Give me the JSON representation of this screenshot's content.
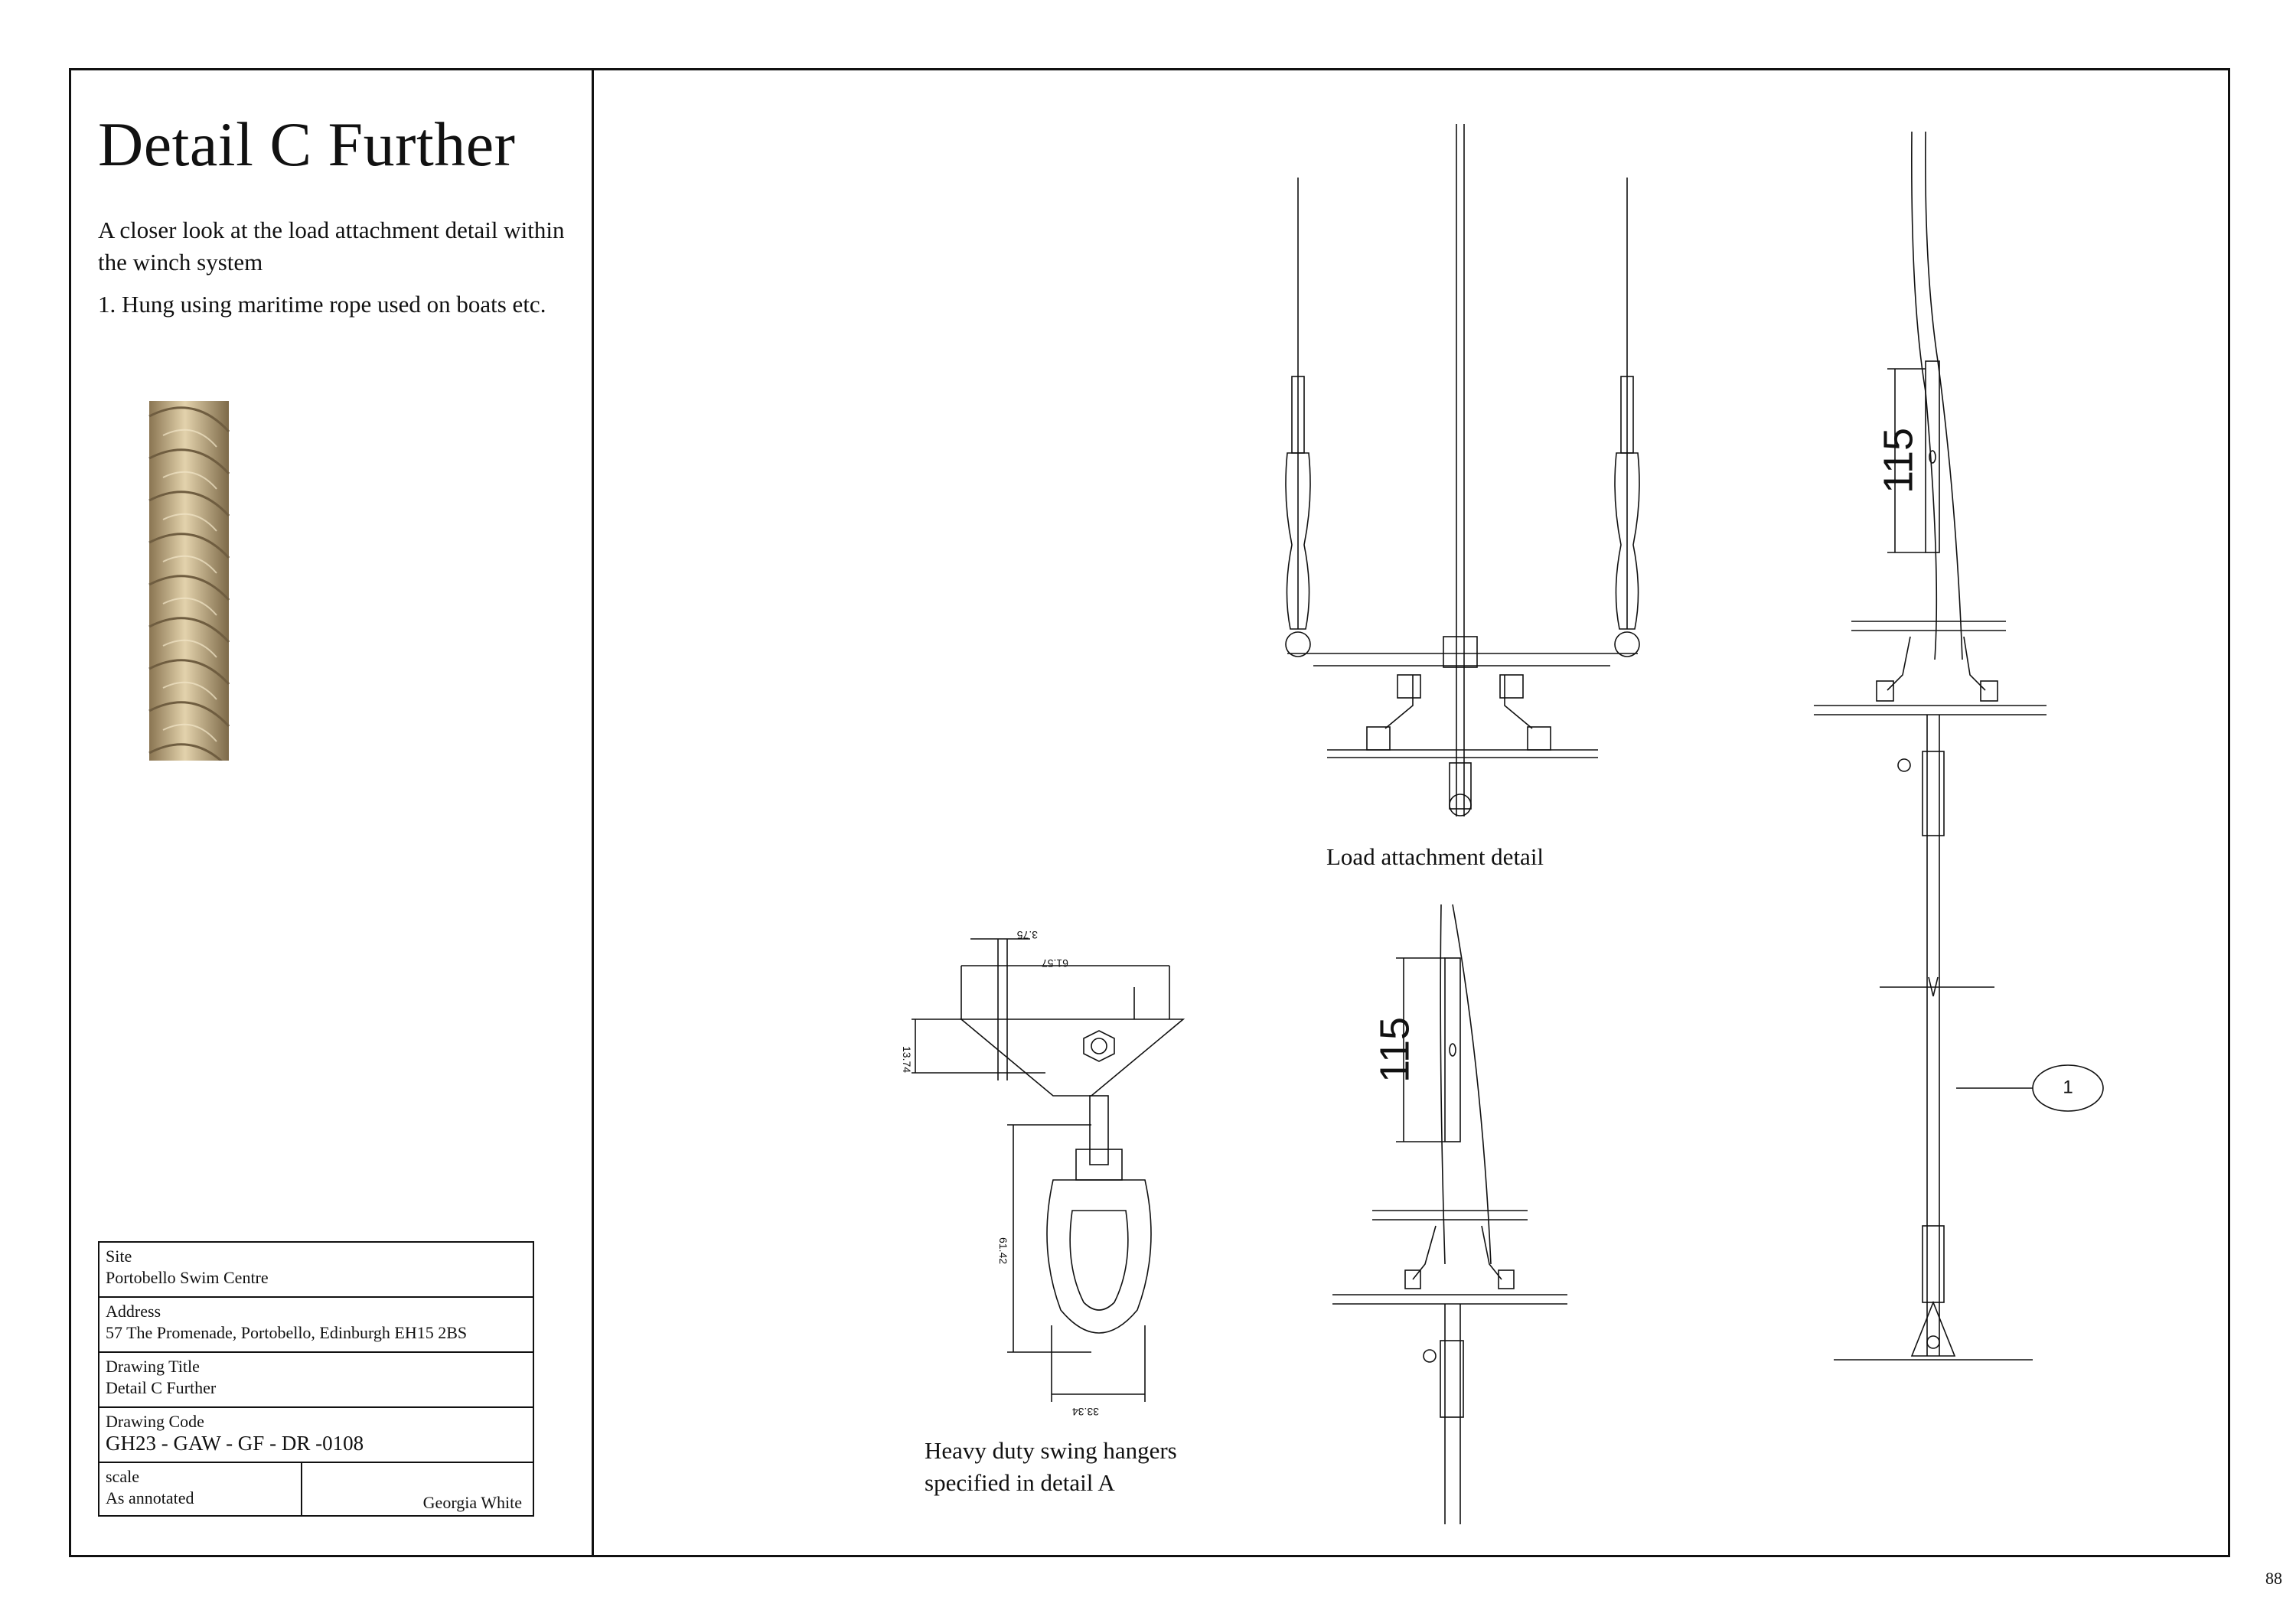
{
  "sheet": {
    "title": "Detail C Further",
    "intro": "A closer look at the load attachment detail within the winch system",
    "note": "1. Hung using maritime rope used on boats etc.",
    "page_number": "88"
  },
  "title_block": {
    "site_label": "Site",
    "site_value": "Portobello Swim Centre",
    "address_label": "Address",
    "address_value": "57 The Promenade, Portobello, Edinburgh EH15 2BS",
    "drawing_title_label": "Drawing Title",
    "drawing_title_value": "Detail C Further",
    "drawing_code_label": "Drawing Code",
    "drawing_code_value": "GH23 - GAW - GF - DR -0108",
    "scale_label": "scale",
    "scale_value": "As annotated",
    "author": "Georgia White"
  },
  "captions": {
    "load_attachment": "Load attachment detail",
    "heavy_duty_line1": "Heavy duty swing hangers",
    "heavy_duty_line2": "specified in detail A"
  },
  "dimensions": {
    "turnbuckle_upper": "115",
    "turnbuckle_lower": "115",
    "hanger_pin": "3.75",
    "hanger_width": "61.57",
    "hanger_plate": "13.74",
    "hanger_drop": "61.42",
    "hanger_eye": "33.34",
    "callout_tag": "1"
  },
  "colors": {
    "line": "#111111",
    "rope_light": "#d8c49a",
    "rope_dark": "#8a7552"
  }
}
